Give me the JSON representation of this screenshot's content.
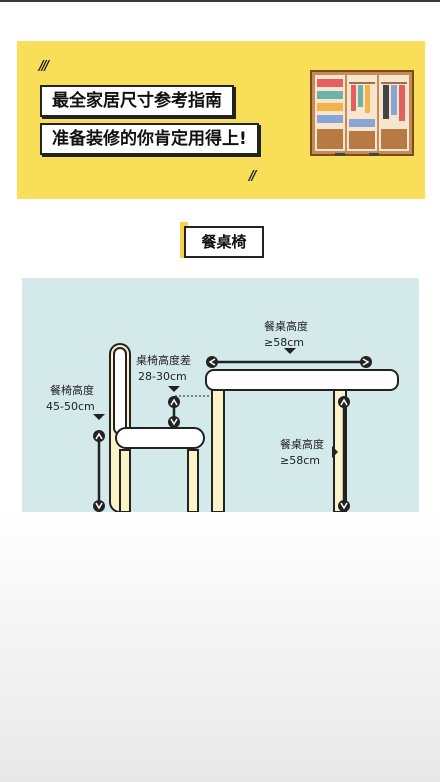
{
  "banner": {
    "slash_top": "///",
    "slash_bottom": "//",
    "line1": "最全家居尺寸参考指南",
    "line2": "准备装修的你肯定用得上!"
  },
  "section": {
    "title": "餐桌椅"
  },
  "diagram": {
    "chair_height_label": "餐椅高度",
    "chair_height_value": "45-50cm",
    "diff_label": "桌椅高度差",
    "diff_value": "28-30cm",
    "table_width_label": "餐桌高度",
    "table_width_value": "≥58cm",
    "table_height_label": "餐桌高度",
    "table_height_value": "≥58cm"
  },
  "colors": {
    "banner": "#f8df57",
    "diagram_bg": "#d3e9ea",
    "furniture_fill": "#fdf3c8",
    "outline": "#222222"
  }
}
